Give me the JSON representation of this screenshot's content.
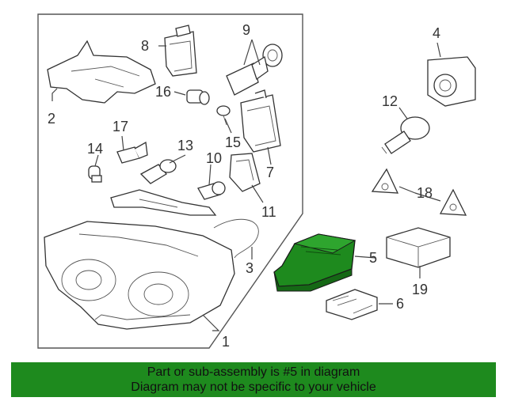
{
  "diagram": {
    "callouts": [
      "1",
      "2",
      "3",
      "4",
      "5",
      "6",
      "7",
      "8",
      "9",
      "10",
      "11",
      "12",
      "13",
      "14",
      "15",
      "16",
      "17",
      "18",
      "19"
    ],
    "highlighted_part": "5",
    "highlight_color": "#1e8a1e"
  },
  "banner": {
    "line1": "Part or sub-assembly is #5 in diagram",
    "line2": "Diagram may not be specific to your vehicle",
    "background": "#1e8a1e"
  }
}
